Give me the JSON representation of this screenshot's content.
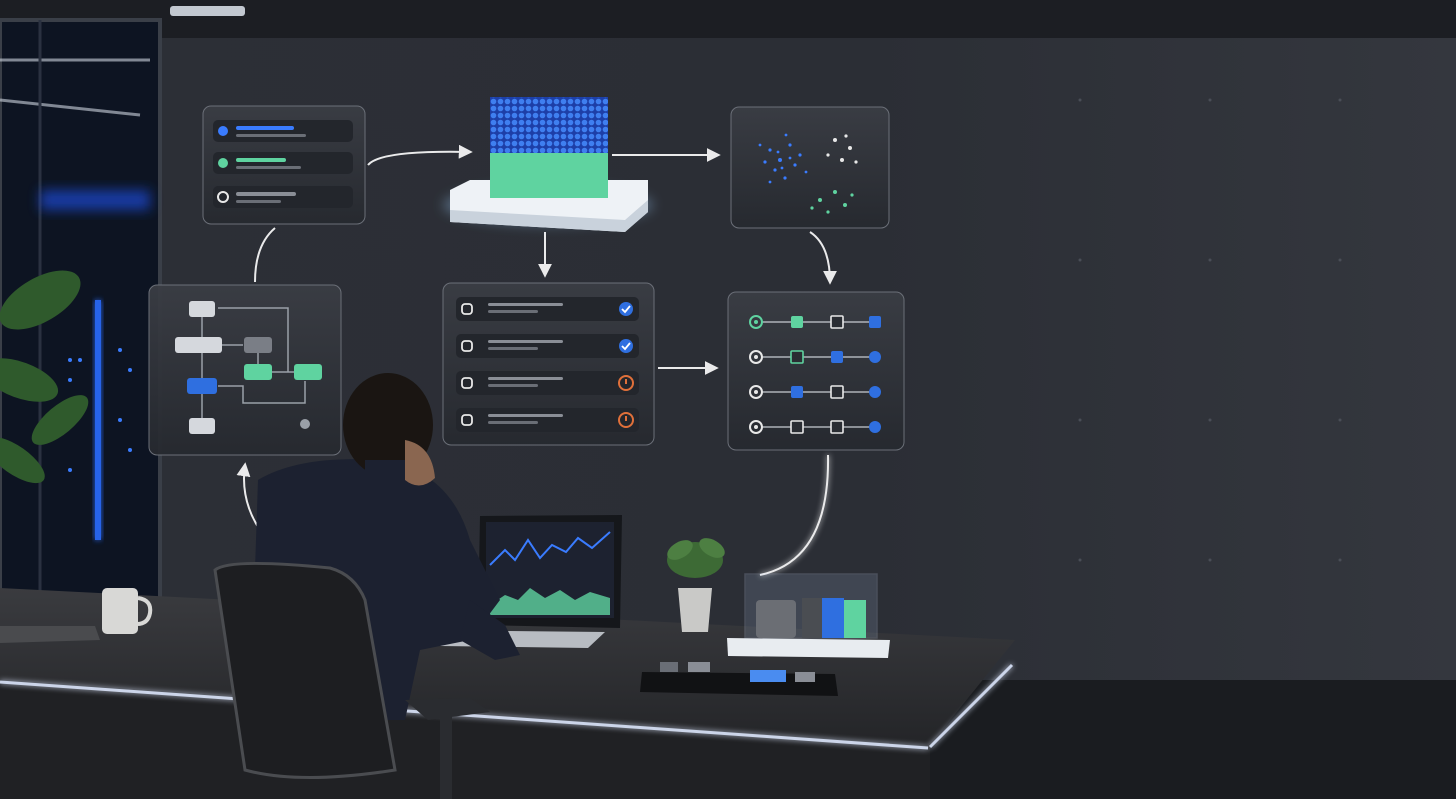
{
  "scene": {
    "description_hidden": false,
    "palette": {
      "wall": "#2a2d34",
      "wall_dark": "#1f2228",
      "panel": "#2f3238",
      "panel_border": "#6b6f78",
      "accent_blue": "#2f6fe0",
      "accent_green": "#5fd3a0",
      "accent_orange": "#e0703a",
      "glow_white": "#e8f0ff",
      "desk": "#2b2c2f",
      "desk_light": "#cfe0ff"
    },
    "icons": {
      "list_panel": "list-panel-icon",
      "cube": "data-cube-icon",
      "clusters": "scatter-clusters-icon",
      "flowchart": "flowchart-panel-icon",
      "checklist": "checklist-panel-icon",
      "pipeline": "pipeline-panel-icon",
      "laptop_chart": "laptop-chart-icon"
    },
    "checklist_status": [
      "check",
      "check",
      "pending",
      "pending"
    ]
  }
}
